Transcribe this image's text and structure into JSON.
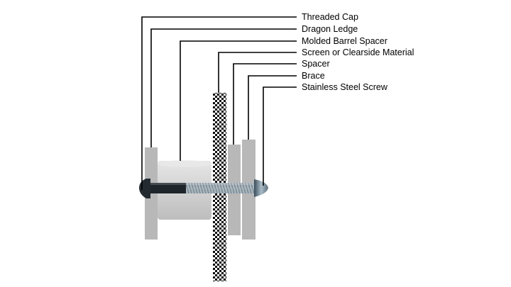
{
  "labels": {
    "threaded_cap": "Threaded Cap",
    "dragon_ledge": "Dragon Ledge",
    "molded_barrel_spacer": "Molded Barrel Spacer",
    "screen_material": "Screen or Clearside Material",
    "spacer": "Spacer",
    "brace": "Brace",
    "stainless_steel_screw": "Stainless Steel Screw"
  },
  "colors": {
    "leader_line": "#000000",
    "part_gray": "#b8b8b8",
    "barrel_spacer": "#d6d6d6",
    "screw_shank": "#8a9aa6",
    "screw_thread": "#c9d3da",
    "screen_check_dark": "#111111",
    "screen_check_light": "#ffffff"
  }
}
